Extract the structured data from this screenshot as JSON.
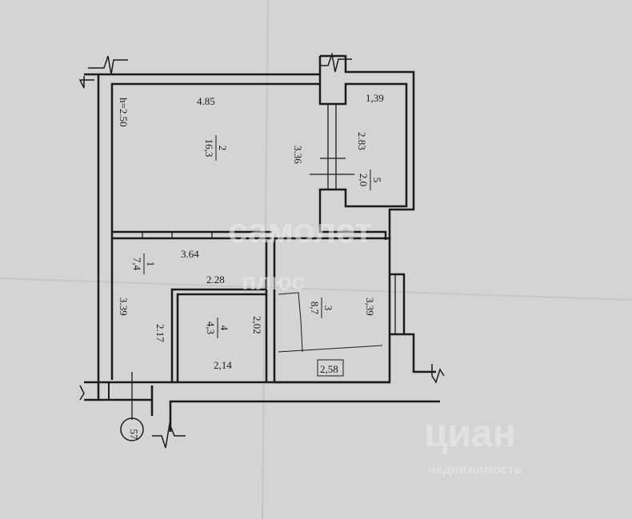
{
  "plan": {
    "ceiling_height": "h=2.50",
    "axis_marker": "57",
    "rooms": [
      {
        "number": "1",
        "area": "7,4",
        "dims": [
          "3.64",
          "3.39",
          "2.28",
          "2.17"
        ]
      },
      {
        "number": "2",
        "area": "16,3",
        "dims": [
          "4.85",
          "3.36"
        ]
      },
      {
        "number": "3",
        "area": "8,7",
        "dims": [
          "3,39",
          "2,58"
        ]
      },
      {
        "number": "4",
        "area": "4,3",
        "dims": [
          "2,14",
          "2,02"
        ]
      },
      {
        "number": "5",
        "area": "2,0",
        "dims": [
          "1,39",
          "2.83"
        ]
      }
    ]
  },
  "watermarks": {
    "top": "самолет",
    "top_sub": "плюс",
    "bottom": "циан",
    "bottom_sub": "недвижимость"
  }
}
